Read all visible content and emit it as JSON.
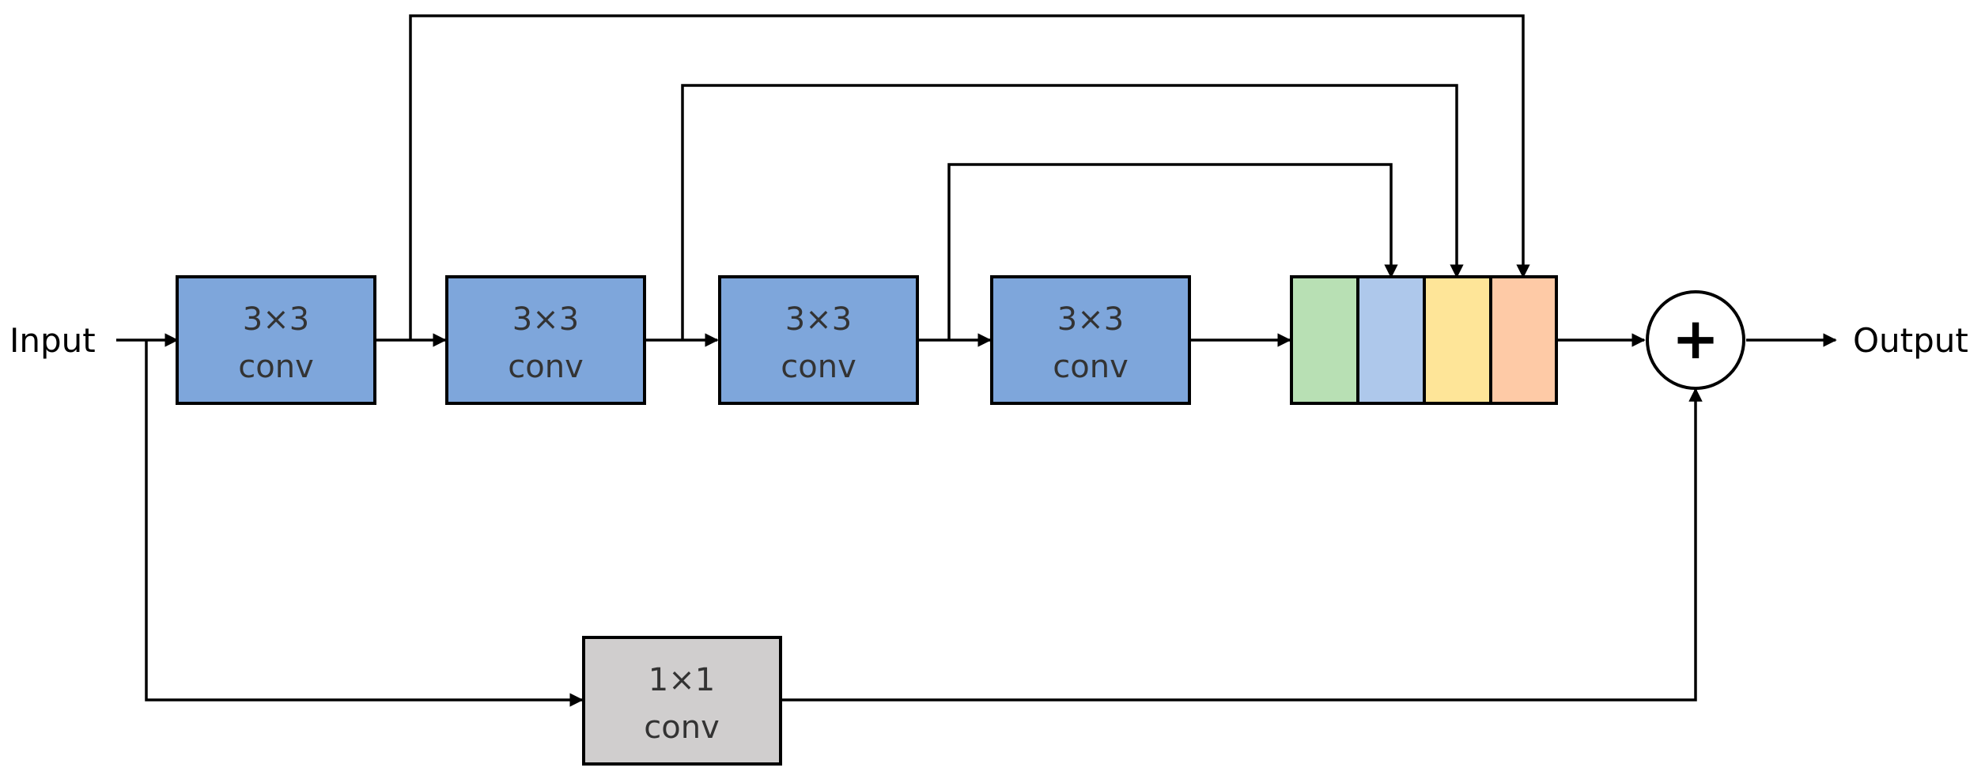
{
  "diagram": {
    "input_label": "Input",
    "output_label": "Output",
    "conv_blocks": [
      {
        "line1": "3×3",
        "line2": "conv"
      },
      {
        "line1": "3×3",
        "line2": "conv"
      },
      {
        "line1": "3×3",
        "line2": "conv"
      },
      {
        "line1": "3×3",
        "line2": "conv"
      }
    ],
    "skip_block": {
      "line1": "1×1",
      "line2": "conv"
    },
    "add_symbol": "+",
    "colors": {
      "conv_fill": "#7ea6db",
      "skip_fill": "#d0cece",
      "concat_segments": [
        "#b8e0b4",
        "#aec8eb",
        "#fee598",
        "#fecaa6"
      ]
    }
  }
}
